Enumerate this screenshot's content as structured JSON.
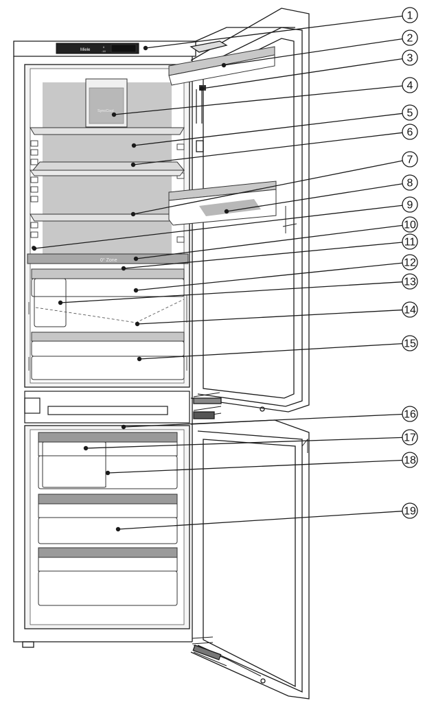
{
  "panel": {
    "brand": "Miele",
    "display_left": "6",
    "display_left2": "-18",
    "display_right": ""
  },
  "inner_labels": {
    "synccool": "SyncCool",
    "zero_zone": "0° Zone"
  },
  "callouts": [
    {
      "num": "1"
    },
    {
      "num": "2"
    },
    {
      "num": "3"
    },
    {
      "num": "4"
    },
    {
      "num": "5"
    },
    {
      "num": "6"
    },
    {
      "num": "7"
    },
    {
      "num": "8"
    },
    {
      "num": "9"
    },
    {
      "num": "10"
    },
    {
      "num": "11"
    },
    {
      "num": "12"
    },
    {
      "num": "13"
    },
    {
      "num": "14"
    },
    {
      "num": "15"
    },
    {
      "num": "16"
    },
    {
      "num": "17"
    },
    {
      "num": "18"
    },
    {
      "num": "19"
    }
  ],
  "colors": {
    "line": "#1a1a1a",
    "gray_fill": "#c8c8c8",
    "dark_band": "#9a9a9a",
    "light_band": "#d6d6d6"
  }
}
